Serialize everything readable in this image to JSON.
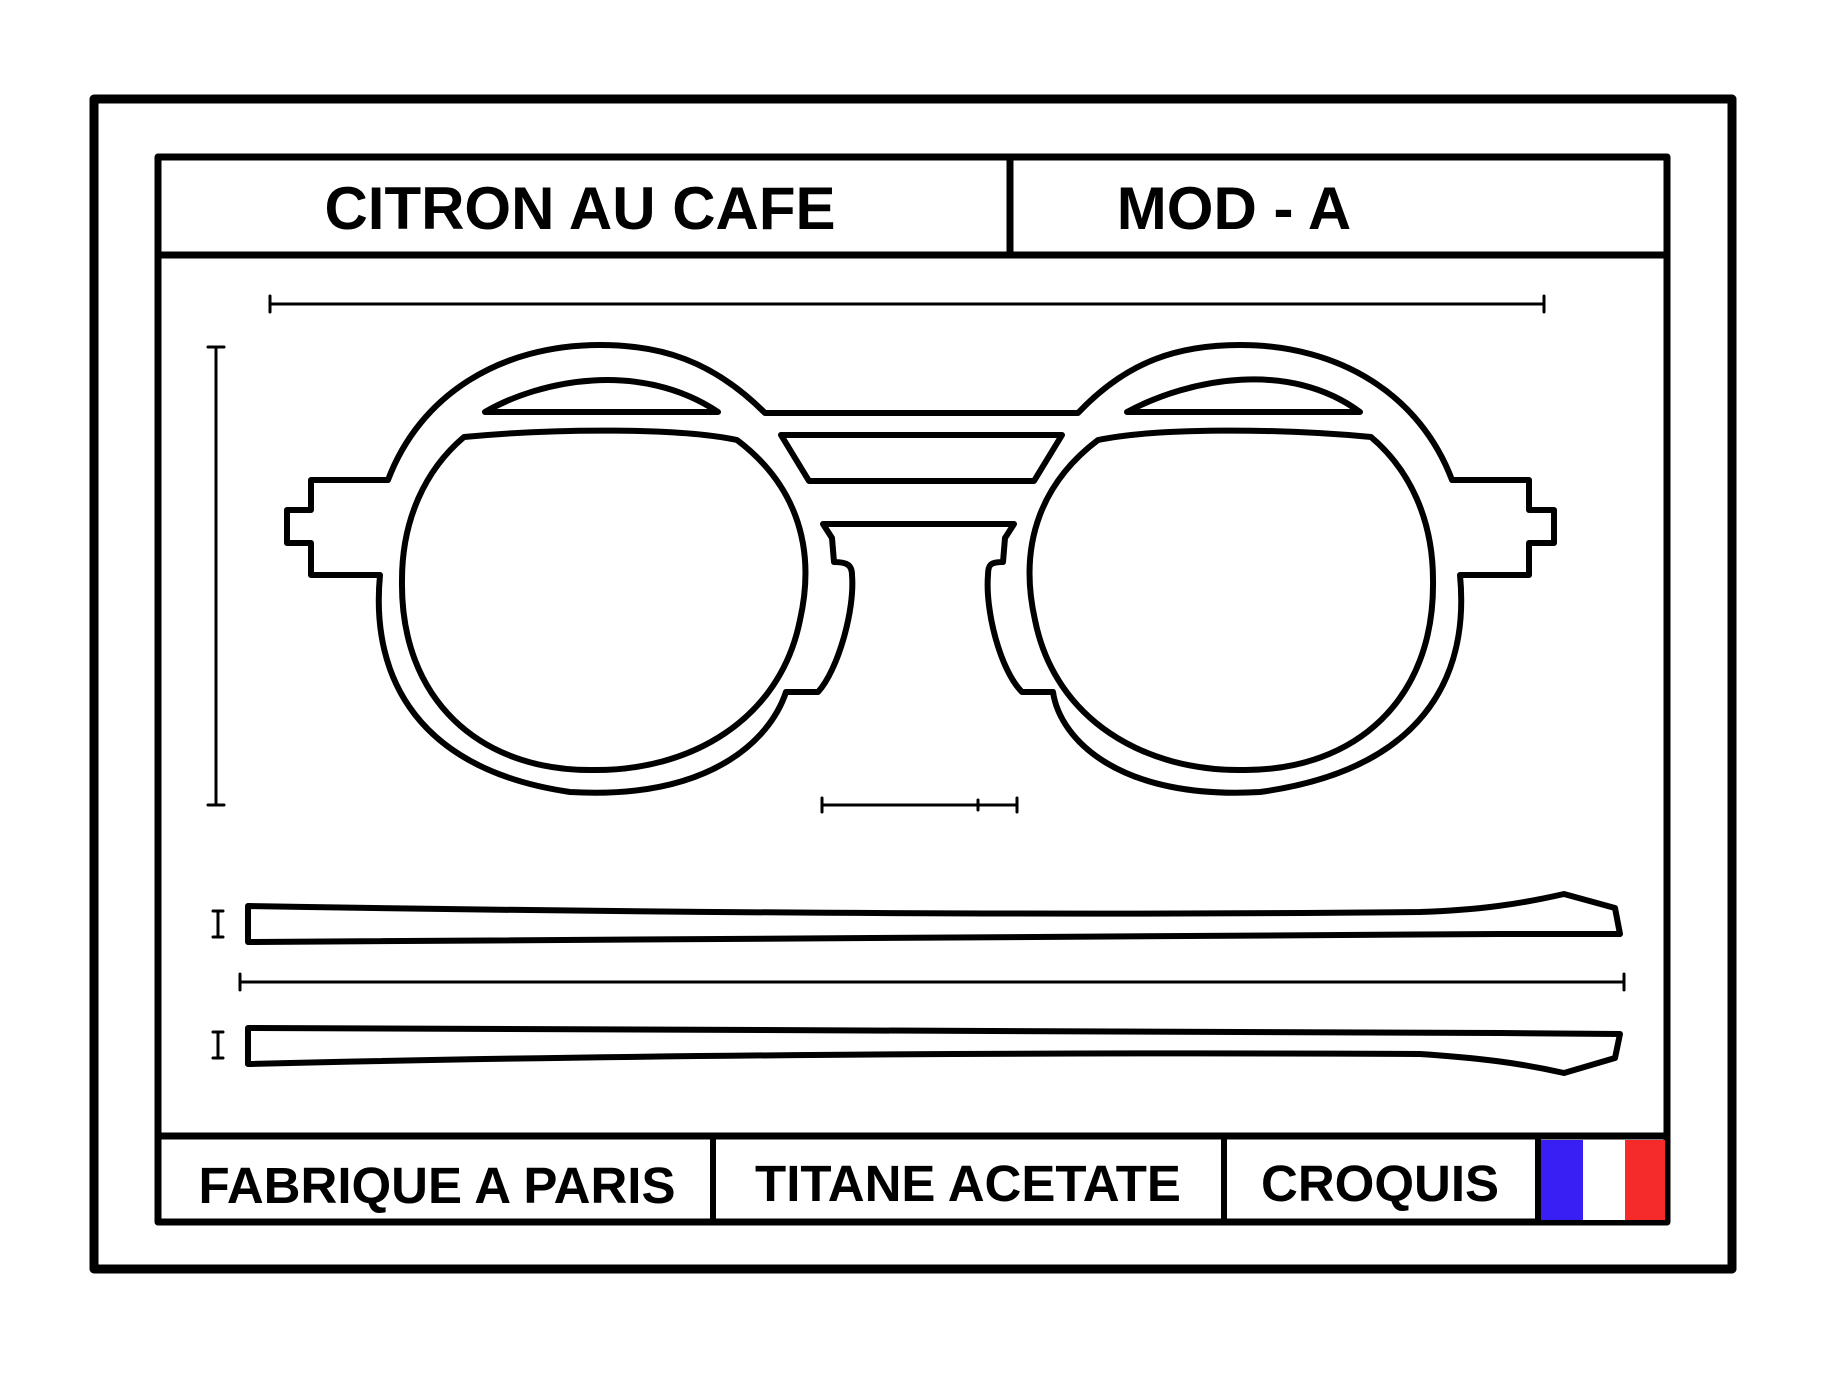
{
  "header": {
    "model_name": "CITRON AU CAFE",
    "model_code": "MOD - A"
  },
  "footer": {
    "origin": "FABRIQUE A PARIS",
    "materials": "TITANE ACETATE",
    "doc_type": "CROQUIS"
  },
  "flag": {
    "icon": "french-flag-icon",
    "colors": [
      "#3a1ff5",
      "#ffffff",
      "#f52a2a"
    ]
  },
  "colors": {
    "ink": "#000000",
    "paper": "#ffffff"
  }
}
